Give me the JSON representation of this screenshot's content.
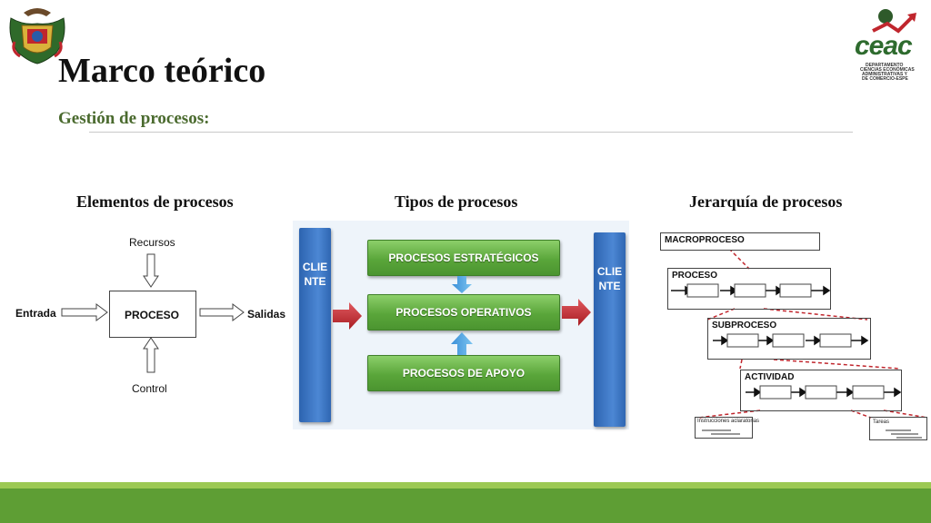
{
  "title": "Marco teórico",
  "subtitle": "Gestión de procesos:",
  "sections": {
    "elementos": "Elementos de procesos",
    "tipos": "Tipos de procesos",
    "jerarquia": "Jerarquía de procesos"
  },
  "elementos_diagram": {
    "recursos": "Recursos",
    "entrada": "Entrada",
    "proceso": "PROCESO",
    "salidas": "Salidas",
    "control": "Control"
  },
  "tipos_diagram": {
    "cliente_left": "CLIENTE",
    "cliente_right": "CLIENTE",
    "estrategicos": "PROCESOS ESTRATÉGICOS",
    "operativos": "PROCESOS OPERATIVOS",
    "apoyo": "PROCESOS DE APOYO"
  },
  "jerarquia_diagram": {
    "macroproceso": "MACROPROCESO",
    "proceso": "PROCESO",
    "subproceso": "SUBPROCESO",
    "actividad": "ACTIVIDAD",
    "instrucciones": "Instrucciones aclaratorias",
    "tareas": "Tareas"
  },
  "logos": {
    "right_brand": "ceac",
    "right_caption_1": "DEPARTAMENTO",
    "right_caption_2": "CIENCIAS ECONÓMICAS",
    "right_caption_3": "ADMINISTRATIVAS Y",
    "right_caption_4": "DE COMERCIO-ESPE"
  },
  "colors": {
    "accent_green": "#5e9e34",
    "subtitle_green": "#4a6a2e",
    "cliente_blue": "#3b76c4",
    "arrow_red": "#c0262d",
    "dashed_red": "#c0262d"
  }
}
